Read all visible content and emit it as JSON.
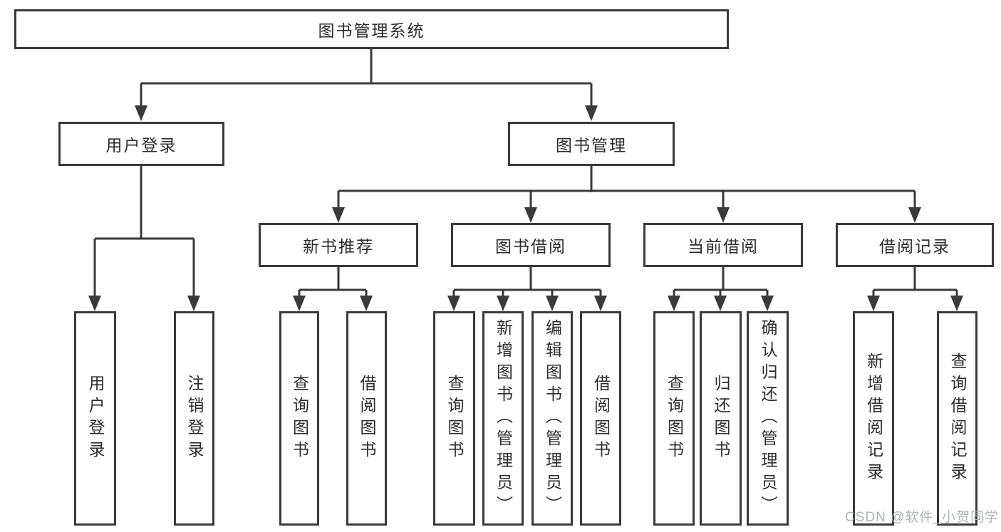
{
  "watermark": "CSDN @软件_小贺同学",
  "colors": {
    "line": "#3a3a3a",
    "box_border": "#3a3a3a",
    "text": "#2d2d2d",
    "background": "#ffffff",
    "watermark": "#a9adb2"
  },
  "tree": {
    "label": "图书管理系统",
    "children": [
      {
        "label": "用户登录",
        "children": [
          {
            "label": "用户登录"
          },
          {
            "label": "注销登录"
          }
        ]
      },
      {
        "label": "图书管理",
        "children": [
          {
            "label": "新书推荐",
            "children": [
              {
                "label": "查询图书"
              },
              {
                "label": "借阅图书"
              }
            ]
          },
          {
            "label": "图书借阅",
            "children": [
              {
                "label": "查询图书"
              },
              {
                "label": "新增图书（管理员）"
              },
              {
                "label": "编辑图书（管理员）"
              },
              {
                "label": "借阅图书"
              }
            ]
          },
          {
            "label": "当前借阅",
            "children": [
              {
                "label": "查询图书"
              },
              {
                "label": "归还图书"
              },
              {
                "label": "确认归还（管理员）"
              }
            ]
          },
          {
            "label": "借阅记录",
            "children": [
              {
                "label": "新增借阅记录"
              },
              {
                "label": "查询借阅记录"
              }
            ]
          }
        ]
      }
    ]
  }
}
